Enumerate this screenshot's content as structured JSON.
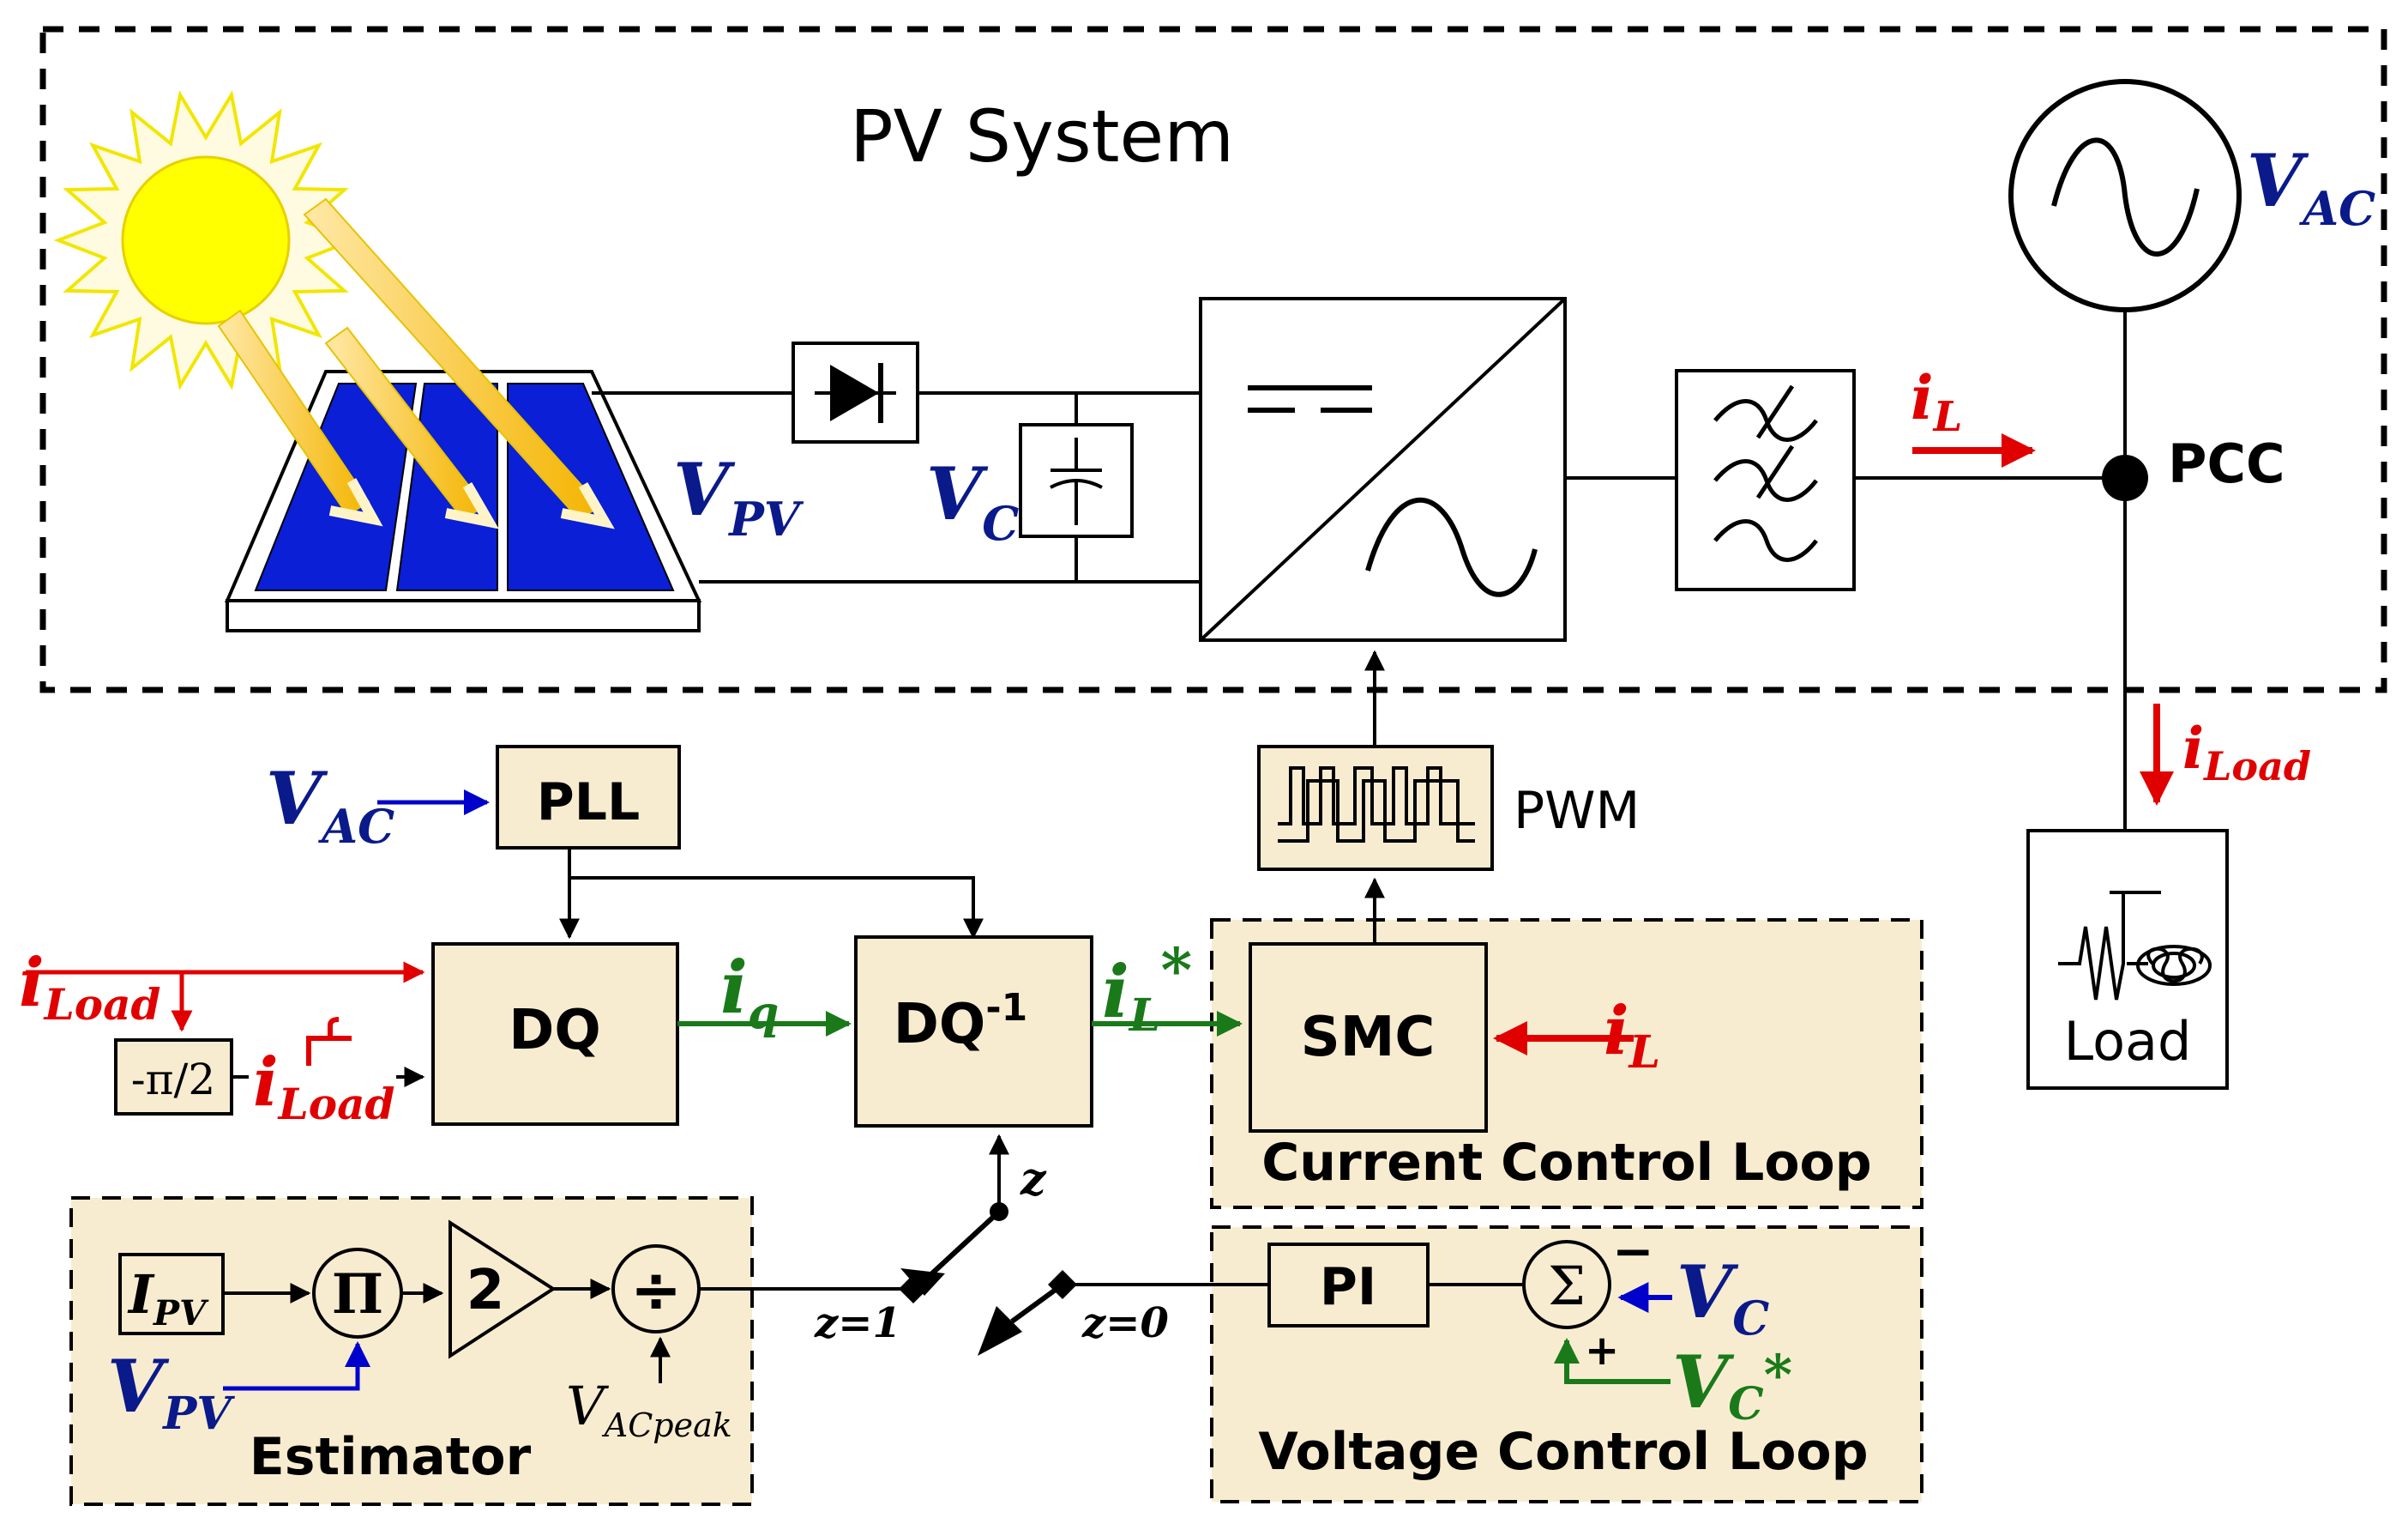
{
  "colors": {
    "block_fill": "#f8ecd0",
    "blue": "#0000cc",
    "label_blue": "#0a1a8a",
    "red": "#e00000",
    "green": "#1a7a1a",
    "panel_blue": "#0a1fd6",
    "sun": "#ffff00"
  },
  "title": "PV System",
  "labels": {
    "v": "V",
    "sub_pv": "PV",
    "sub_ac": "AC",
    "sub_c": "C",
    "i": "i",
    "sub_l": "L",
    "sub_load": "Load",
    "sub_q": "q",
    "star": "*",
    "pcc": "PCC",
    "pwm": "PWM",
    "load": "Load",
    "i_pv_i": "I",
    "v_acpeak_sub": "ACpeak",
    "z": "z",
    "z1": "z=1",
    "z0": "z=0",
    "plus": "+",
    "minus": "−"
  },
  "blocks": {
    "pll": "PLL",
    "dq": "DQ",
    "dq_inv": "DQ",
    "dq_inv_sup": "-1",
    "smc": "SMC",
    "pi": "PI",
    "neg_half_pi": "-π/2",
    "product": "Π",
    "gain": "2",
    "divide": "÷",
    "sum": "Σ"
  },
  "groups": {
    "current_loop": "Current Control Loop",
    "voltage_loop": "Voltage Control Loop",
    "estimator": "Estimator"
  },
  "icons": [
    "sun-icon",
    "pv-panel-icon",
    "diode-icon",
    "capacitor-icon",
    "inverter-icon",
    "filter-icon",
    "ac-source-icon",
    "load-icon",
    "pwm-waveform-icon",
    "switch-icon"
  ]
}
